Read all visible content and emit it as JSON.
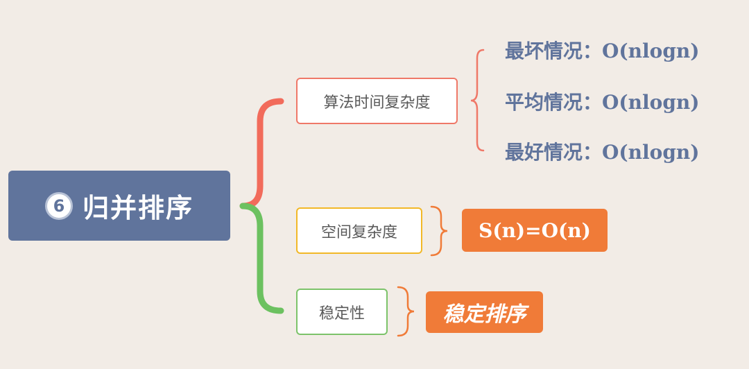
{
  "root": {
    "number": "6",
    "title": "归并排序"
  },
  "branches": [
    {
      "label": "算法时间复杂度",
      "cases": [
        {
          "label": "最坏情况：",
          "value": "O(nlogn)"
        },
        {
          "label": "平均情况：",
          "value": "O(nlogn)"
        },
        {
          "label": "最好情况：",
          "value": "O(nlogn)"
        }
      ]
    },
    {
      "label": "空间复杂度",
      "value": "S(n)=O(n)"
    },
    {
      "label": "稳定性",
      "value": "稳定排序"
    }
  ],
  "colors": {
    "background": "#f2ece6",
    "root": "#60749c",
    "time_branch": "#ef7868",
    "space_branch": "#f2b827",
    "stable_branch": "#7cc36a",
    "result_fill": "#f07b38",
    "case_text": "#60749c"
  }
}
